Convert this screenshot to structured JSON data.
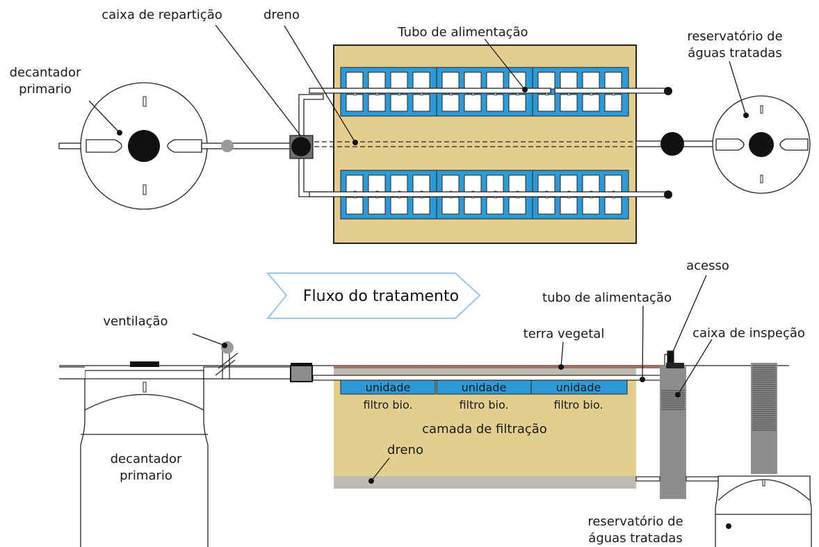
{
  "top_view": {
    "labels": {
      "decantador": [
        "decantador",
        "primario"
      ],
      "caixa_reparticao": "caixa de repartição",
      "dreno": "dreno",
      "tubo_alimentacao": "Tubo de alimentação",
      "reservatorio": [
        "reservatório de",
        "águas tratadas"
      ]
    }
  },
  "flow_arrow": {
    "label": "Fluxo do tratamento"
  },
  "side_view": {
    "labels": {
      "ventilacao": "ventilação",
      "decantador": [
        "decantador",
        "primario"
      ],
      "acesso": "acesso",
      "tubo_alimentacao": "tubo de alimentação",
      "terra_vegetal": "terra vegetal",
      "caixa_inspecao": "caixa de inspeção",
      "camada_filtracao": "camada de filtração",
      "dreno": "dreno",
      "reservatorio": [
        "reservatório de",
        "águas tratadas"
      ]
    },
    "units": [
      {
        "line1": "unidade",
        "line2": "filtro bio."
      },
      {
        "line1": "unidade",
        "line2": "filtro bio."
      },
      {
        "line1": "unidade",
        "line2": "filtro bio."
      }
    ]
  },
  "colors": {
    "sand": "#E3CE8F",
    "filter_blue": "#2E9BD6",
    "arrow_outline": "#9AC4E8",
    "soil": "#A07060",
    "gravel": "#BFBAB2",
    "tank_grey": "#8D8D8D",
    "black": "#111111"
  }
}
